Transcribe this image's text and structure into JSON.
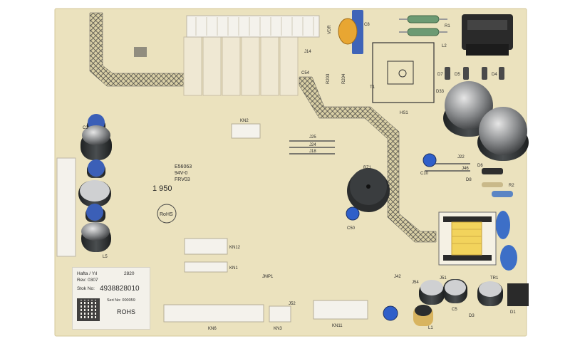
{
  "board": {
    "colors": {
      "pcb": "#ece3c0",
      "pcb_edge": "#ddd2a8",
      "silkscreen": "#2b2b2b",
      "hatch": "#4a4a4a",
      "relay_body": "#f1ead6",
      "connector_body": "#f4f2ec",
      "capacitor_dark": "#2e3133",
      "capacitor_blue": "#2f5fc9",
      "resistor_green": "#6c9a73",
      "transformer_coil": "#f2d35c"
    },
    "labels": {
      "cert": "E56063",
      "cert_rating": "94V-0",
      "cert_code": "FRV03",
      "date_code": "1 950",
      "rohs_logo": "RoHS",
      "kn1": "KN1",
      "kn2": "KN2",
      "kn3": "KN3",
      "kn6": "KN6",
      "kn11": "KN11",
      "kn12": "KN12",
      "j14": "J14",
      "j18": "J18",
      "j22": "J22",
      "j24": "J24",
      "j25": "J25",
      "j42": "J42",
      "j46": "J46",
      "j51": "J51",
      "j52": "J52",
      "j54": "J54",
      "jmp1": "JMP1",
      "hs1": "HS1",
      "bz1": "BZ1",
      "t1": "T1",
      "tr1": "TR1",
      "r1": "R1",
      "r2": "R2",
      "l1": "L1",
      "l2": "L2",
      "l5": "L5",
      "c3": "C3",
      "c5": "C5",
      "c8": "C8",
      "c10": "C10",
      "c50": "C50",
      "c54": "C54",
      "d1": "D1",
      "d3": "D3",
      "d4": "D4",
      "d5": "D5",
      "d6": "D6",
      "d7": "D7",
      "d8": "D8",
      "d33": "D33",
      "r203": "R203",
      "r204": "R204",
      "vdr": "VDR"
    },
    "sticker": {
      "line1": "Hafta / Yıl",
      "week_year": "2820",
      "rev": "Rev: 0307",
      "stock_label": "Stok No:",
      "stock_number": "4938828010",
      "serial": "Seri No: 000059",
      "rohs": "ROHS"
    }
  }
}
